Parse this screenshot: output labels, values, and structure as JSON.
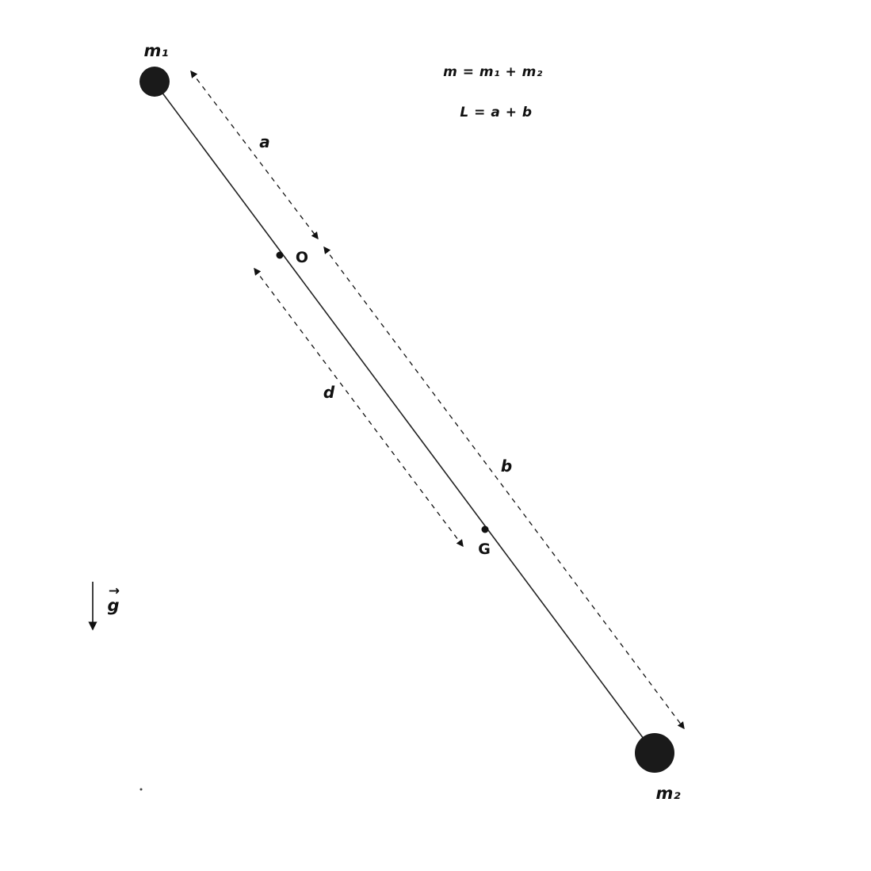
{
  "diagram": {
    "title": "rod-with-two-masses",
    "masses": {
      "m1_label": "m₁",
      "m2_label": "m₂"
    },
    "points": {
      "pivot_label": "O",
      "center_of_gravity_label": "G"
    },
    "distances": {
      "a_label": "a",
      "b_label": "b",
      "d_label": "d"
    },
    "gravity": {
      "label": "g",
      "vector_arrow": "→"
    },
    "equations": {
      "total_mass": "m = m₁ + m₂",
      "total_length": "L = a + b"
    },
    "colors": {
      "ink": "#111111",
      "line": "#222222",
      "background": "#ffffff"
    }
  }
}
